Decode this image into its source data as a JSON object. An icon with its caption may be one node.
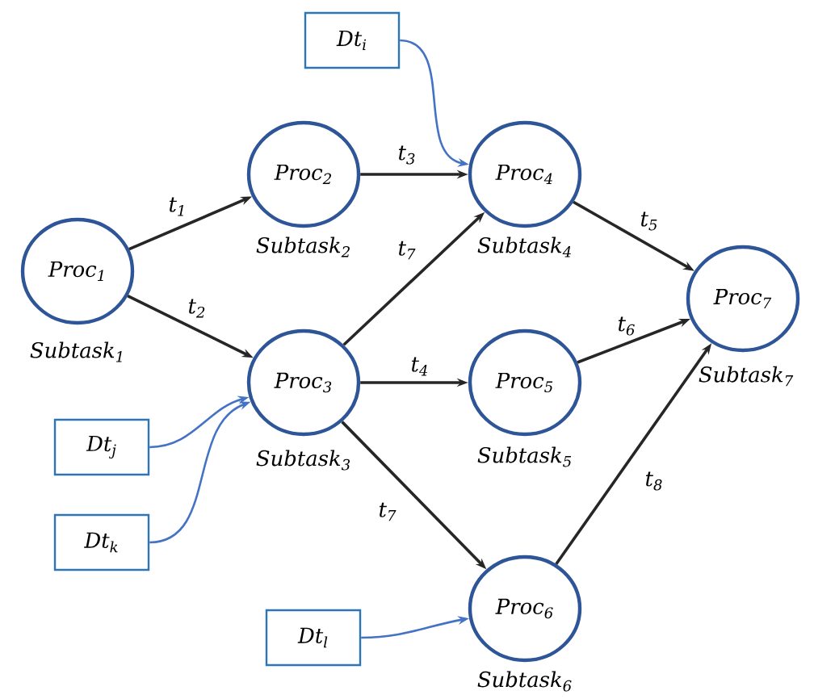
{
  "diagram": {
    "nodes": [
      {
        "text": [
          "Proc$_{1}$"
        ],
        "beside": [
          "Subtask$_{1}$"
        ]
      },
      {
        "text": [
          "Proc$_{2}$"
        ],
        "beside": [
          "Subtask$_{2}$"
        ]
      },
      {
        "text": [
          "Proc$_{3}$"
        ],
        "beside": [
          "Subtask$_{3}$"
        ]
      },
      {
        "text": [
          "Proc$_{4}$"
        ],
        "beside": [
          "Subtask$_{4}$"
        ]
      },
      {
        "text": [
          "Proc$_{5}$"
        ],
        "beside": [
          "Subtask$_{5}$"
        ]
      },
      {
        "text": [
          "Proc$_{6}$"
        ],
        "beside": [
          "Subtask$_{6}$"
        ]
      },
      {
        "text": [
          "Proc$_{7}$"
        ],
        "beside": [
          "Subtask$_{7}$"
        ]
      },
      {
        "text": [
          "Dt$_{i}$"
        ]
      },
      {
        "text": [
          "Dt$_{j}$"
        ]
      },
      {
        "text": [
          "Dt$_{k}$"
        ]
      },
      {
        "text": [
          "Dt$_{l}$"
        ]
      }
    ],
    "edges": [
      {
        "from": 0,
        "to": 1,
        "arrow": "to",
        "label": "t$_{1}$"
      },
      {
        "from": 0,
        "to": 2,
        "arrow": "to",
        "label": "t$_{2}$"
      },
      {
        "from": 1,
        "to": 3,
        "arrow": "to",
        "label": "t$_{3}$"
      },
      {
        "from": 2,
        "to": 3,
        "arrow": "to",
        "label": "t$_{7}$"
      },
      {
        "from": 2,
        "to": 4,
        "arrow": "to",
        "label": "t$_{4}$"
      },
      {
        "from": 2,
        "to": 5,
        "arrow": "to",
        "label": "t$_{7}$"
      },
      {
        "from": 3,
        "to": 6,
        "arrow": "to",
        "label": "t$_{5}$"
      },
      {
        "from": 4,
        "to": 6,
        "arrow": "to",
        "label": "t$_{6}$"
      },
      {
        "from": 5,
        "to": 6,
        "arrow": "to",
        "label": "t$_{8}$"
      },
      {
        "from": 7,
        "to": 3,
        "arrow": "to",
        "color": "#4472c4"
      },
      {
        "from": 8,
        "to": 2,
        "arrow": "to",
        "color": "#4472c4"
      },
      {
        "from": 9,
        "to": 2,
        "arrow": "to",
        "color": "#4472c4"
      },
      {
        "from": 10,
        "to": 5,
        "arrow": "to",
        "color": "#4472c4"
      }
    ]
  }
}
